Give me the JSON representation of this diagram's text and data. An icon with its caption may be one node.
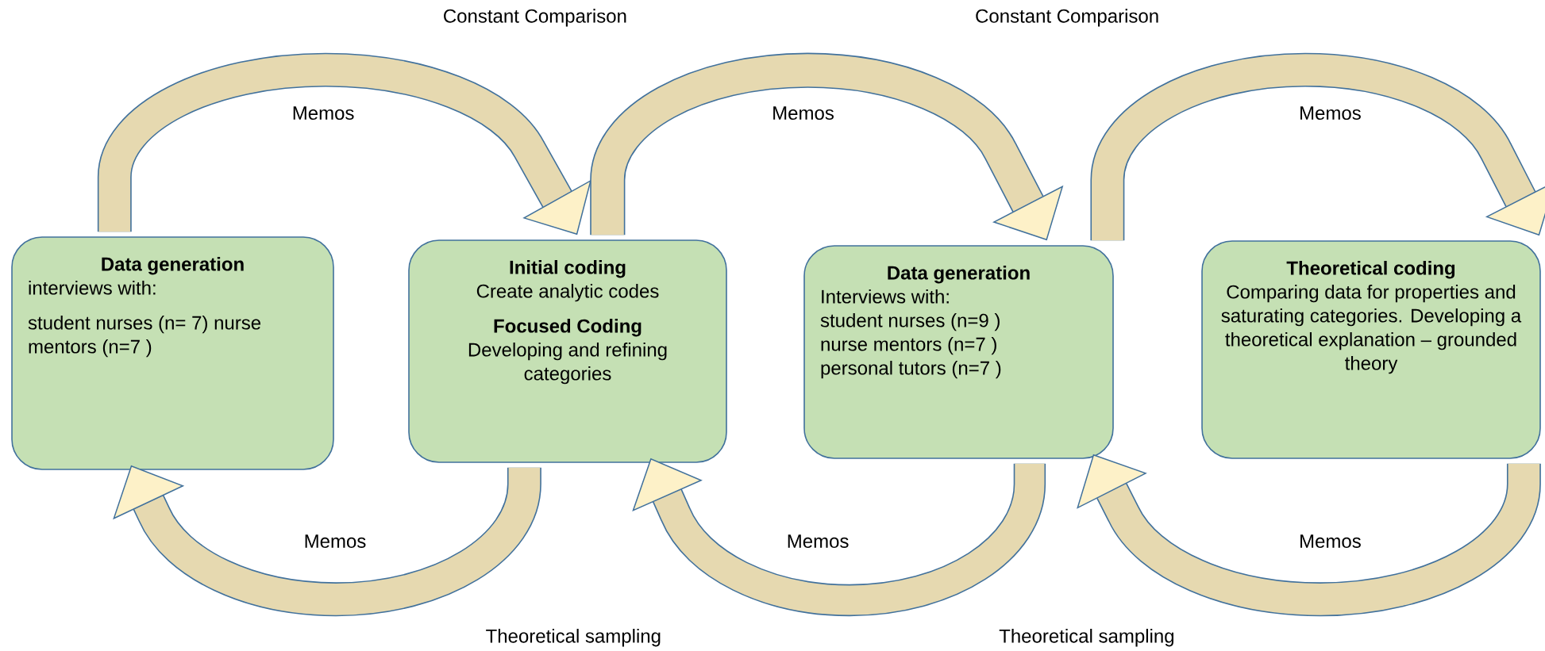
{
  "diagram": {
    "nodes": [
      {
        "text": [
          "Data generation",
          "interviews with:",
          "student nurses (n= 7)  nurse mentors (n=7 )"
        ]
      },
      {
        "text": [
          "Initial coding",
          "Create analytic codes",
          "Focused Coding",
          "Developing and refining categories"
        ]
      },
      {
        "text": [
          "Data generation",
          "Interviews with:",
          "student nurses (n=9 )",
          "nurse mentors (n=7 )",
          "personal tutors (n=7 )"
        ]
      },
      {
        "text": [
          "Theoretical coding",
          "Comparing data for properties and saturating categories. Developing a theoretical explanation – grounded theory"
        ]
      }
    ],
    "edges": [
      {
        "from": 0,
        "to": 1,
        "arrow": "to",
        "label": "Memos"
      },
      {
        "from": 1,
        "to": 2,
        "arrow": "to",
        "label": "Memos"
      },
      {
        "from": 2,
        "to": 3,
        "arrow": "to",
        "label": "Memos"
      },
      {
        "from": 1,
        "to": 0,
        "arrow": "to",
        "label": "Memos"
      },
      {
        "from": 2,
        "to": 1,
        "arrow": "to",
        "label": "Memos"
      },
      {
        "from": 3,
        "to": 2,
        "arrow": "to",
        "label": "Memos"
      }
    ],
    "labels": [
      "Constant Comparison",
      "Constant Comparison",
      "Theoretical sampling",
      "Theoretical sampling"
    ]
  }
}
